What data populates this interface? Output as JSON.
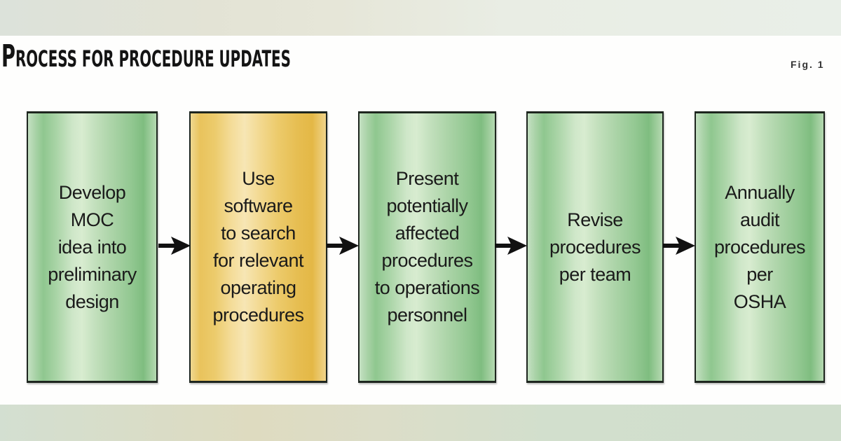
{
  "diagram": {
    "title_first_letter": "P",
    "title_rest": "ROCESS FOR PROCEDURE UPDATES",
    "figure_label": "Fig. 1",
    "colors": {
      "green_box": "#a8d2a6",
      "gold_box": "#ecca6a",
      "border": "#1e261f",
      "arrow": "#111111",
      "panel": "#fefefd"
    },
    "steps": [
      {
        "id": "step-1",
        "style": "green",
        "text": "Develop\nMOC\nidea into\npreliminary\ndesign"
      },
      {
        "id": "step-2",
        "style": "gold",
        "text": "Use\nsoftware\nto search\nfor relevant\noperating\nprocedures"
      },
      {
        "id": "step-3",
        "style": "green",
        "text": "Present\npotentially\naffected\nprocedures\nto operations\npersonnel"
      },
      {
        "id": "step-4",
        "style": "green",
        "text": "Revise\nprocedures\nper team"
      },
      {
        "id": "step-5",
        "style": "green",
        "text": "Annually\naudit\nprocedures\nper\nOSHA"
      }
    ],
    "connectors": [
      {
        "from": "step-1",
        "to": "step-2",
        "icon": "arrow-right-icon"
      },
      {
        "from": "step-2",
        "to": "step-3",
        "icon": "arrow-right-icon"
      },
      {
        "from": "step-3",
        "to": "step-4",
        "icon": "arrow-right-icon"
      },
      {
        "from": "step-4",
        "to": "step-5",
        "icon": "arrow-right-icon"
      }
    ]
  }
}
